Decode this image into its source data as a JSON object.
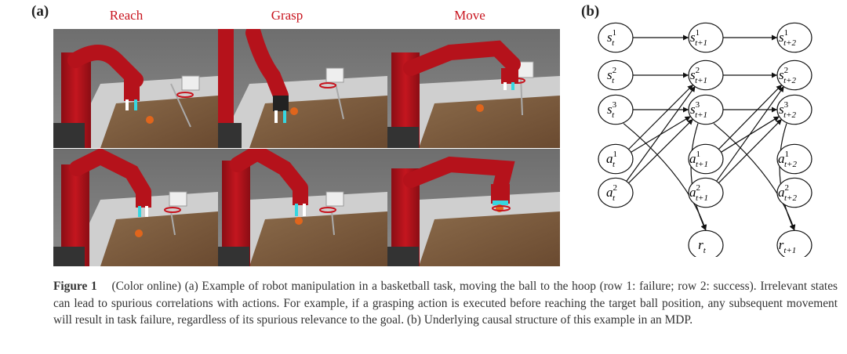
{
  "panel_a_label": "(a)",
  "panel_b_label": "(b)",
  "columns": [
    {
      "title": "Reach"
    },
    {
      "title": "Grasp"
    },
    {
      "title": "Move"
    }
  ],
  "graph": {
    "nodes": [
      {
        "id": "s1_t",
        "base": "s",
        "sup": "1",
        "sub": "t"
      },
      {
        "id": "s2_t",
        "base": "s",
        "sup": "2",
        "sub": "t"
      },
      {
        "id": "s3_t",
        "base": "s",
        "sup": "3",
        "sub": "t"
      },
      {
        "id": "a1_t",
        "base": "a",
        "sup": "1",
        "sub": "t"
      },
      {
        "id": "a2_t",
        "base": "a",
        "sup": "2",
        "sub": "t"
      },
      {
        "id": "s1_t1",
        "base": "s",
        "sup": "1",
        "sub": "t+1"
      },
      {
        "id": "s2_t1",
        "base": "s",
        "sup": "2",
        "sub": "t+1"
      },
      {
        "id": "s3_t1",
        "base": "s",
        "sup": "3",
        "sub": "t+1"
      },
      {
        "id": "a1_t1",
        "base": "a",
        "sup": "1",
        "sub": "t+1"
      },
      {
        "id": "a2_t1",
        "base": "a",
        "sup": "2",
        "sub": "t+1"
      },
      {
        "id": "r_t",
        "base": "r",
        "sup": "",
        "sub": "t"
      },
      {
        "id": "s1_t2",
        "base": "s",
        "sup": "1",
        "sub": "t+2"
      },
      {
        "id": "s2_t2",
        "base": "s",
        "sup": "2",
        "sub": "t+2"
      },
      {
        "id": "s3_t2",
        "base": "s",
        "sup": "3",
        "sub": "t+2"
      },
      {
        "id": "a1_t2",
        "base": "a",
        "sup": "1",
        "sub": "t+2"
      },
      {
        "id": "a2_t2",
        "base": "a",
        "sup": "2",
        "sub": "t+2"
      },
      {
        "id": "r_t1",
        "base": "r",
        "sup": "",
        "sub": "t+1"
      }
    ]
  },
  "caption": {
    "label": "Figure 1",
    "text": "(Color online) (a) Example of robot manipulation in a basketball task, moving the ball to the hoop (row 1: failure; row 2: success). Irrelevant states can lead to spurious correlations with actions. For example, if a grasping action is executed before reaching the target ball position, any subsequent movement will result in task failure, regardless of its spurious relevance to the goal. (b) Underlying causal structure of this example in an MDP."
  },
  "colors": {
    "robot_red": "#b5121b",
    "title_red": "#c8141e",
    "table_wood": "#7a5a3e",
    "ball_orange": "#e0651c",
    "gripper_cyan": "#36d6e0"
  }
}
